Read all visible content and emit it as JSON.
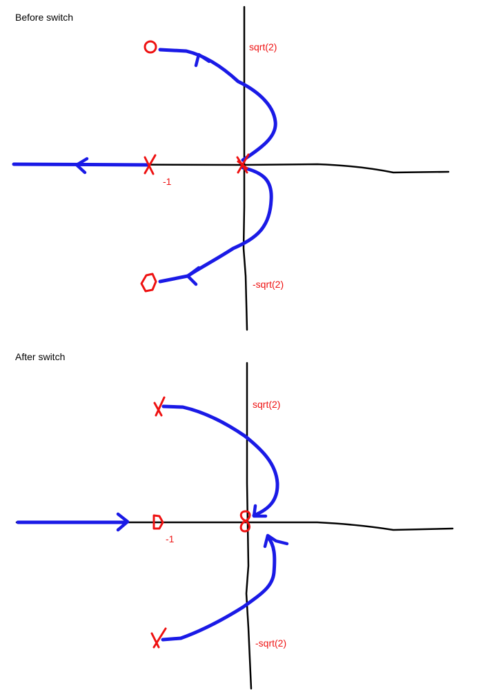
{
  "colors": {
    "axis": "#000000",
    "locus": "#1a1ae6",
    "pole_zero": "#ee1111",
    "label": "#ee1111",
    "title": "#000000"
  },
  "panels": [
    {
      "title": "Before switch",
      "labels": {
        "upper": "sqrt(2)",
        "lower": "-sqrt(2)",
        "real": "-1"
      }
    },
    {
      "title": "After switch",
      "labels": {
        "upper": "sqrt(2)",
        "lower": "-sqrt(2)",
        "real": "-1"
      }
    }
  ]
}
